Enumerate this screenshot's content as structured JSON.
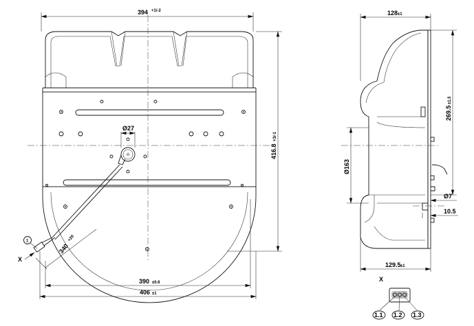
{
  "front_view": {
    "dim_top_width": "394",
    "dim_top_width_tol": "+1/-2",
    "dim_height": "416.8",
    "dim_height_tol": "+3/-1",
    "dim_hole_dia": "Ø27",
    "dim_bottom_inner": "390",
    "dim_bottom_inner_tol": "±0.6",
    "dim_bottom_outer": "406",
    "dim_bottom_outer_tol": "±1",
    "dim_cable": "340",
    "dim_cable_tol": "+20",
    "cable_callout": "1",
    "view_marker": "X"
  },
  "side_view": {
    "dim_top": "128",
    "dim_top_tol": "±1",
    "dim_height": "269.5",
    "dim_height_tol": "±1.5",
    "dim_dia": "Ø163",
    "dim_hole": "Ø7",
    "dim_offset": "10.5",
    "dim_bottom": "129.5",
    "dim_bottom_tol": "±1"
  },
  "connector_view": {
    "title": "X",
    "pins": [
      "1.1",
      "1.2",
      "1.3"
    ]
  }
}
